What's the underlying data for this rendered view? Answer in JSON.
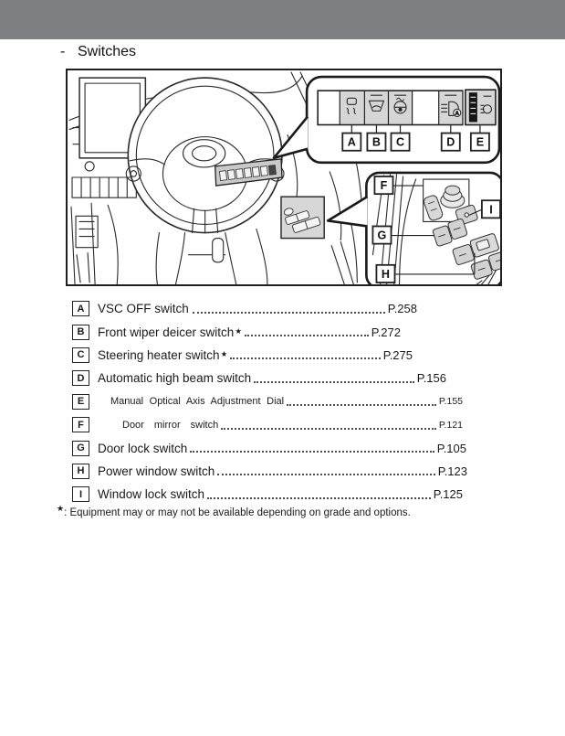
{
  "header": {
    "bar_color": "#7d7f82"
  },
  "page": {
    "heading_dash": "-",
    "heading": "Switches"
  },
  "diagram": {
    "labels": {
      "a": "A",
      "b": "B",
      "c": "C",
      "d": "D",
      "e": "E",
      "f": "F",
      "g": "G",
      "h": "H",
      "i": "I"
    },
    "icons": [
      "vsc-off-icon",
      "wiper-deicer-icon",
      "steering-heater-icon",
      "auto-high-beam-icon",
      "headlight-leveling-dial-icon",
      "door-mirror-switch-icon",
      "door-lock-switch-icon",
      "power-window-switch-icon",
      "window-lock-switch-icon"
    ]
  },
  "index": {
    "items": [
      {
        "key": "A",
        "label": "VSC OFF switch",
        "page": "P.258"
      },
      {
        "key": "B",
        "label": "Front wiper deicer switch",
        "star": "★",
        "page": "P.272"
      },
      {
        "key": "C",
        "label": "Steering heater switch",
        "star": "★",
        "page": "P.275"
      },
      {
        "key": "D",
        "label": "Automatic high beam switch",
        "page": "P.156"
      },
      {
        "key": "E",
        "label": "Manual Optical Axis Adjustment Dial",
        "page": "P.155"
      },
      {
        "key": "F",
        "label": "Door mirror switch",
        "page": "P.121"
      },
      {
        "key": "G",
        "label": "Door lock switch",
        "page": "P.105"
      },
      {
        "key": "H",
        "label": "Power window switch",
        "page": "P.123"
      },
      {
        "key": "I",
        "label": "Window lock switch",
        "page": "P.125"
      }
    ]
  },
  "footnote": {
    "star": "★",
    "text": ": Equipment may or may not be available depending on grade and options."
  }
}
